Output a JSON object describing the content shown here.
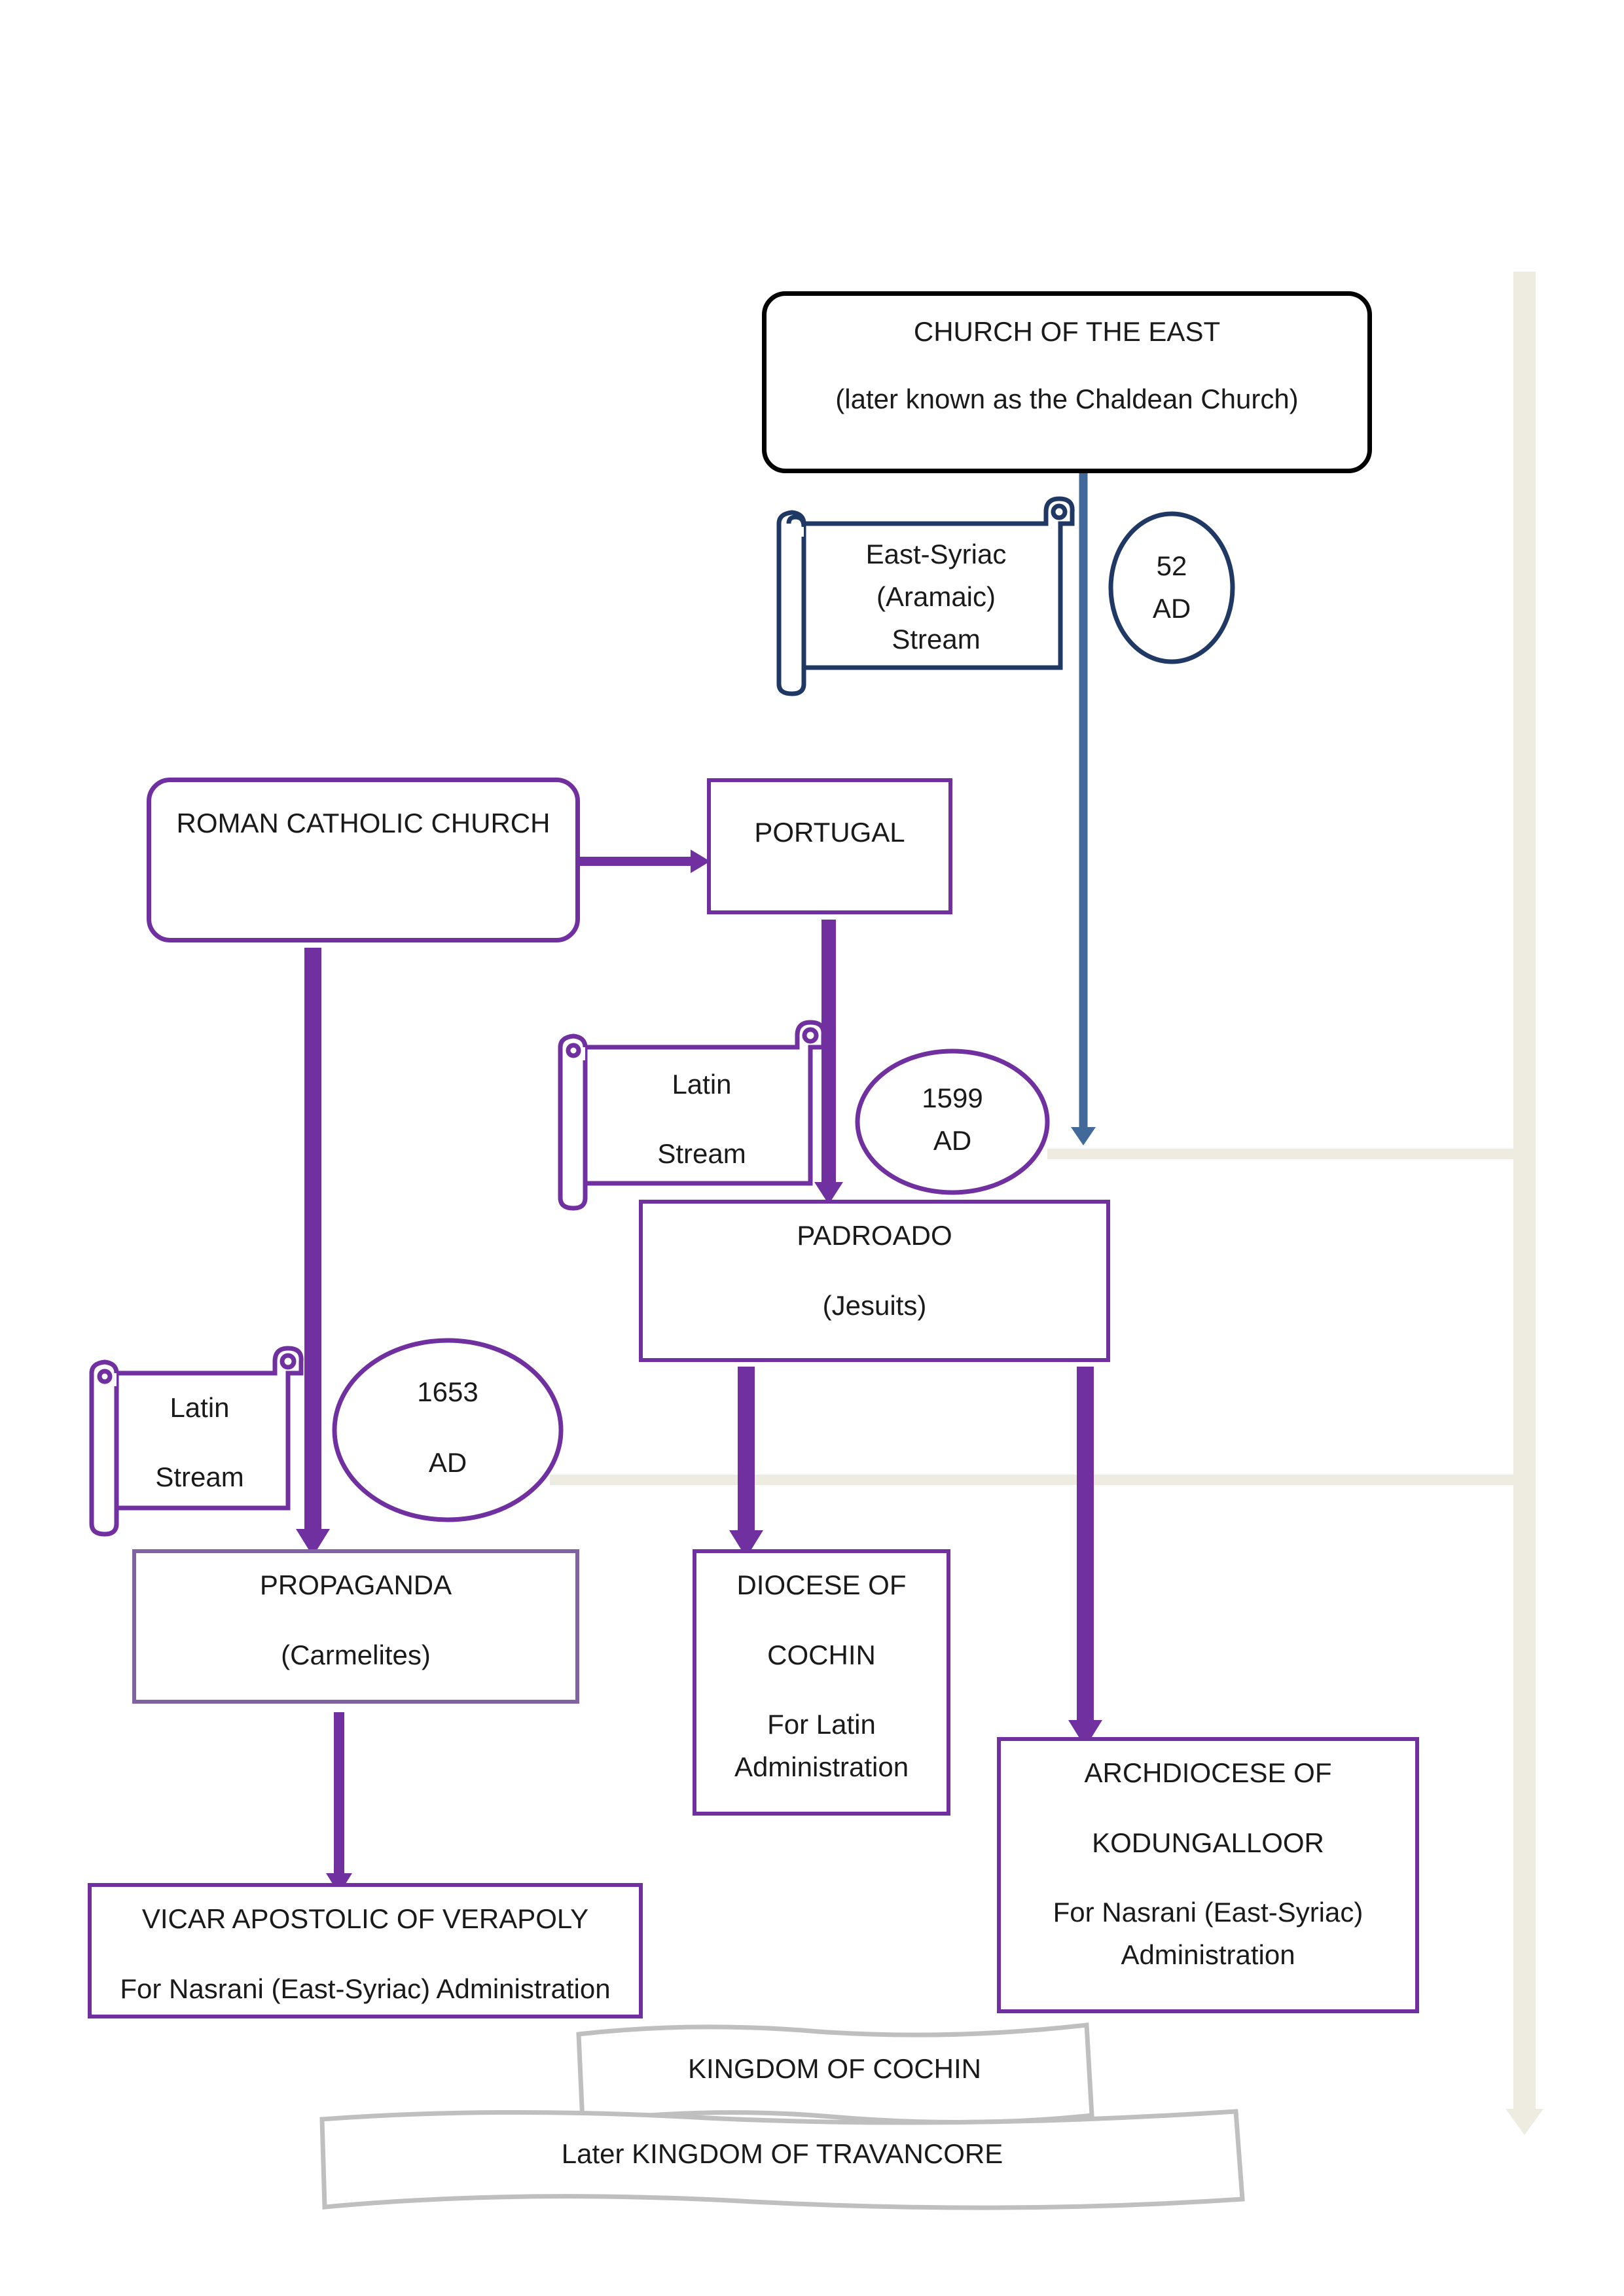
{
  "diagram": {
    "church_of_the_east": {
      "title": "CHURCH OF THE EAST",
      "subtitle": "(later known as the Chaldean Church)"
    },
    "east_syriac_scroll": {
      "line1": "East-Syriac",
      "line2": "(Aramaic)",
      "line3": "Stream"
    },
    "date_52": {
      "line1": "52",
      "line2": "AD"
    },
    "roman_catholic": {
      "title": "ROMAN CATHOLIC CHURCH"
    },
    "portugal": {
      "title": "PORTUGAL"
    },
    "latin_scroll_1": {
      "line1": "Latin",
      "line2": "Stream"
    },
    "date_1599": {
      "line1": "1599",
      "line2": "AD"
    },
    "padroado": {
      "title": "PADROADO",
      "subtitle": "(Jesuits)"
    },
    "latin_scroll_2": {
      "line1": "Latin",
      "line2": "Stream"
    },
    "date_1653": {
      "line1": "1653",
      "line2": "AD"
    },
    "propaganda": {
      "title": "PROPAGANDA",
      "subtitle": "(Carmelites)"
    },
    "diocese_cochin": {
      "line1": "DIOCESE OF",
      "line2": "COCHIN",
      "line3": "For Latin",
      "line4": "Administration"
    },
    "archdiocese": {
      "line1": "ARCHDIOCESE OF",
      "line2": "KODUNGALLOOR",
      "line3": "For Nasrani (East-Syriac)",
      "line4": "Administration"
    },
    "vicar_apostolic": {
      "title": "VICAR APOSTOLIC OF VERAPOLY",
      "subtitle": "For Nasrani (East-Syriac) Administration"
    },
    "kingdom_cochin": {
      "title": "KINGDOM OF COCHIN"
    },
    "kingdom_travancore": {
      "title": "Later KINGDOM OF TRAVANCORE"
    }
  },
  "colors": {
    "purple": "#7030a0",
    "navy": "#1f3864",
    "steel_blue": "#41699a",
    "timeline": "#eeece1",
    "gray": "#bfbfbf",
    "black": "#000000"
  }
}
